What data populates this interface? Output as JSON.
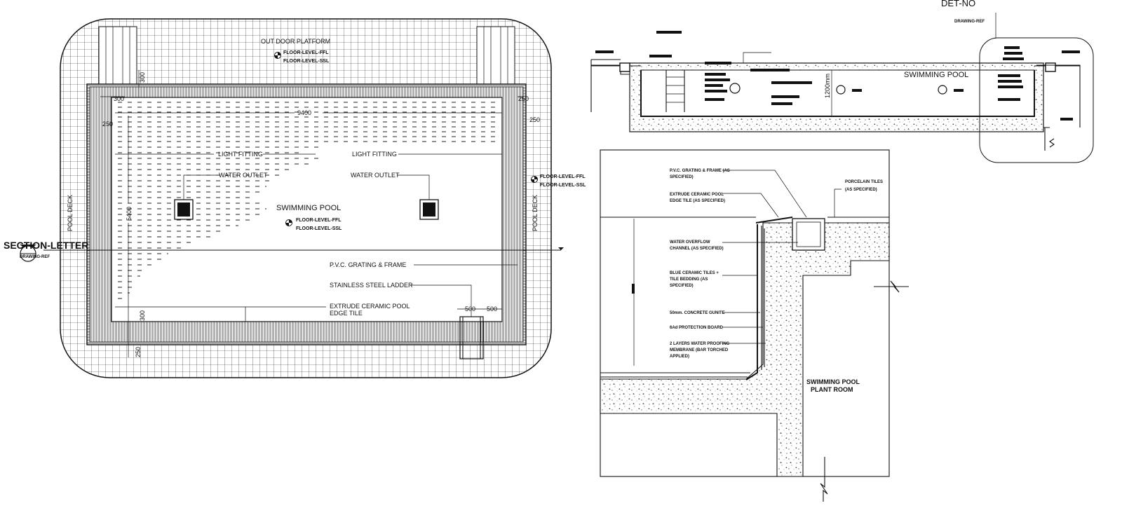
{
  "plan": {
    "outdoor_platform": "OUT DOOR PLATFORM",
    "level_ffl": "FLOOR-LEVEL-FFL",
    "level_ssl": "FLOOR-LEVEL-SSL",
    "light_fitting_left": "LIGHT FITTING",
    "light_fitting_right": "LIGHT FITTING",
    "water_outlet_left": "WATER OUTLET",
    "water_outlet_right": "WATER OUTLET",
    "pool_title": "SWIMMING POOL",
    "pool_level_ffl": "FLOOR-LEVEL-FFL",
    "pool_level_ssl": "FLOOR-LEVEL-SSL",
    "side_level_ffl": "FLOOR-LEVEL-FFL",
    "side_level_ssl": "FLOOR-LEVEL-SSL",
    "pvc_grating": "P.V.C. GRATING & FRAME",
    "ladder": "STAINLESS STEEL LADDER",
    "edge_tile_1": "EXTRUDE CERAMIC POOL",
    "edge_tile_2": "EDGE TILE",
    "pool_deck_left": "POOL DECK",
    "pool_deck_right": "POOL DECK",
    "section_letter": "SECTION-LETTER",
    "section_ref": "DRAWING-REF",
    "dims": {
      "d300_top": "300",
      "d300_left": "300",
      "d250_left": "250",
      "d9400": "9400",
      "d250_right_top": "250",
      "d250_right": "250",
      "d5400": "5400",
      "d300_bottom": "300",
      "d250_bottom": "250",
      "d500_a": "500",
      "d500_b": "500"
    }
  },
  "section": {
    "det_no": "DET-NO",
    "drawing_ref": "DRAWING-REF",
    "pool_title": "SWIMMING POOL",
    "depth": "1200mm"
  },
  "detail": {
    "pvc_grating_1": "P.V.C. GRATING & FRAME (AS",
    "pvc_grating_2": "SPECIFIED)",
    "edge_tile_1": "EXTRUDE CERAMIC POOL",
    "edge_tile_2": "EDGE TILE (AS SPECIFIED)",
    "porcelain_1": "PORCELAIN TILES",
    "porcelain_2": "(AS SPECIFIED)",
    "overflow_1": "WATER OVERFLOW",
    "overflow_2": "CHANNEL (AS SPECIFIED)",
    "blue_tiles_1": "BLUE CERAMIC TILES +",
    "blue_tiles_2": "TILE BEDDING (AS",
    "blue_tiles_3": "SPECIFIED)",
    "gunite": "50mm. CONCRETE GUNITE",
    "protection": "6Ad PROTECTION BOARD",
    "waterproof_1": "2 LAYERS WATER PROOFING",
    "waterproof_2": "MEMBRANE (BAR TORCHED",
    "waterproof_3": "APPLIED)",
    "plant_room_1": "SWIMMING POOL",
    "plant_room_2": "PLANT ROOM"
  }
}
